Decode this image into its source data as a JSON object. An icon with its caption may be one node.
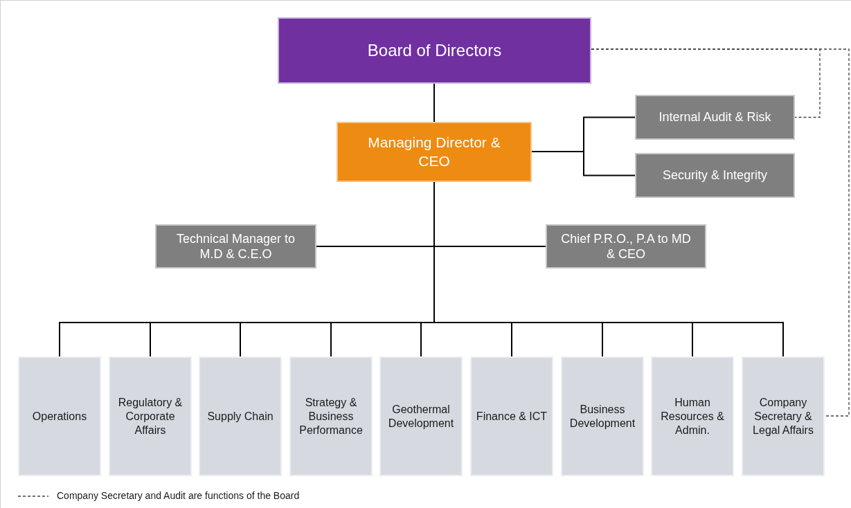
{
  "diagram": {
    "nodes": [
      {
        "text": [
          "Board of Directors"
        ]
      },
      {
        "text": [
          "Managing Director & CEO"
        ]
      },
      {
        "text": [
          "Internal Audit & Risk"
        ]
      },
      {
        "text": [
          "Security & Integrity"
        ]
      },
      {
        "text": [
          "Technical Manager to M.D & C.E.O"
        ]
      },
      {
        "text": [
          "Chief P.R.O., P.A to MD & CEO"
        ]
      },
      {
        "text": [
          "Operations"
        ]
      },
      {
        "text": [
          "Regulatory & Corporate Affairs"
        ]
      },
      {
        "text": [
          "Supply Chain"
        ]
      },
      {
        "text": [
          "Strategy & Business Performance"
        ]
      },
      {
        "text": [
          "Geothermal Development"
        ]
      },
      {
        "text": [
          "Finance & ICT"
        ]
      },
      {
        "text": [
          "Business Development"
        ]
      },
      {
        "text": [
          "Human Resources & Admin."
        ]
      },
      {
        "text": [
          "Company Secretary & Legal Affairs"
        ]
      }
    ],
    "edges": [
      {
        "from": 0,
        "to": 1,
        "arrow": "none"
      },
      {
        "from": 1,
        "to": 2,
        "arrow": "none"
      },
      {
        "from": 1,
        "to": 3,
        "arrow": "none"
      },
      {
        "from": 1,
        "to": 4,
        "arrow": "none"
      },
      {
        "from": 1,
        "to": 5,
        "arrow": "none"
      },
      {
        "from": 1,
        "to": 6,
        "arrow": "none"
      },
      {
        "from": 1,
        "to": 7,
        "arrow": "none"
      },
      {
        "from": 1,
        "to": 8,
        "arrow": "none"
      },
      {
        "from": 1,
        "to": 9,
        "arrow": "none"
      },
      {
        "from": 1,
        "to": 10,
        "arrow": "none"
      },
      {
        "from": 1,
        "to": 11,
        "arrow": "none"
      },
      {
        "from": 1,
        "to": 12,
        "arrow": "none"
      },
      {
        "from": 1,
        "to": 13,
        "arrow": "none"
      },
      {
        "from": 1,
        "to": 14,
        "arrow": "none"
      },
      {
        "from": 0,
        "to": 2,
        "arrow": "none",
        "style": "dashed"
      },
      {
        "from": 0,
        "to": 14,
        "arrow": "none",
        "style": "dashed"
      }
    ],
    "legend": [
      {
        "text": "Company Secretary and Audit are functions of the Board"
      }
    ]
  }
}
